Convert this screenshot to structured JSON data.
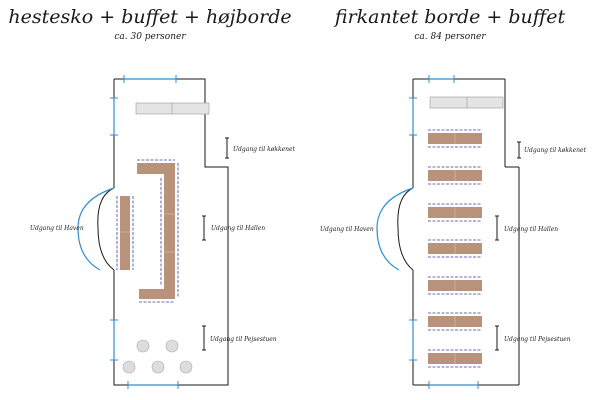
{
  "plans": [
    {
      "title": "hestesko + buffet + højborde",
      "subtitle": "ca. 30 personer",
      "labels": {
        "kitchen": "Udgang til køkkenet",
        "hall": "Udgang til Hallen",
        "garden": "Udgang til Haven",
        "salon": "Udgang til Pejsestuen"
      }
    },
    {
      "title": "firkantet borde + buffet",
      "subtitle": "ca. 84 personer",
      "labels": {
        "kitchen": "Udgang til køkkenet",
        "hall": "Udgang til Hallen",
        "garden": "Udgang til Haven",
        "salon": "Udgang til Pejsestuen"
      }
    }
  ],
  "colors": {
    "wall": "#1a1a1a",
    "door": "#2f8fd0",
    "table": "#b8927a",
    "chair": "#3a3fa0",
    "buffet": "#e4e4e4",
    "high_table": "#dddddd"
  }
}
